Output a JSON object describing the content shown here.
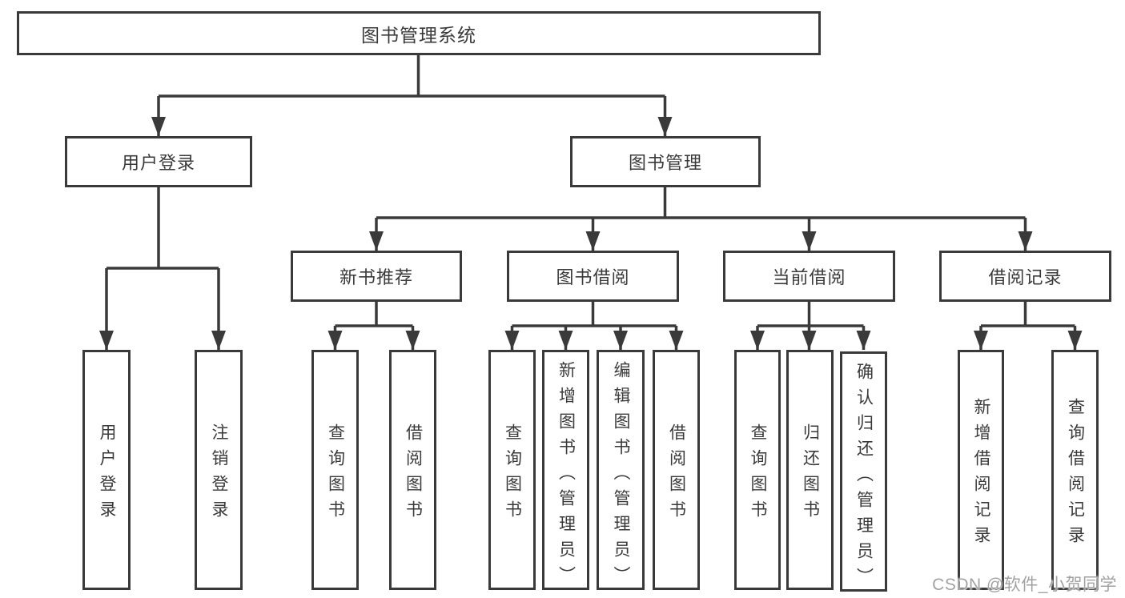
{
  "diagram": {
    "root": {
      "label": "图书管理系统"
    },
    "branches": [
      {
        "label": "用户登录",
        "children": [
          {
            "label": "用户登录"
          },
          {
            "label": "注销登录"
          }
        ]
      },
      {
        "label": "图书管理",
        "children": [
          {
            "label": "新书推荐",
            "children": [
              {
                "label": "查询图书"
              },
              {
                "label": "借阅图书"
              }
            ]
          },
          {
            "label": "图书借阅",
            "children": [
              {
                "label": "查询图书"
              },
              {
                "label": "新增图书（管理员）"
              },
              {
                "label": "编辑图书（管理员）"
              },
              {
                "label": "借阅图书"
              }
            ]
          },
          {
            "label": "当前借阅",
            "children": [
              {
                "label": "查询图书"
              },
              {
                "label": "归还图书"
              },
              {
                "label": "确认归还（管理员）"
              }
            ]
          },
          {
            "label": "借阅记录",
            "children": [
              {
                "label": "新增借阅记录"
              },
              {
                "label": "查询借阅记录"
              }
            ]
          }
        ]
      }
    ]
  },
  "watermark": {
    "text": "CSDN @软件_小贺同学"
  },
  "colors": {
    "line": "#3a3a3a",
    "text": "#3a3a3a",
    "box_background": "#ffffff",
    "page_background": "#ffffff",
    "watermark": "#a2a2a2"
  }
}
